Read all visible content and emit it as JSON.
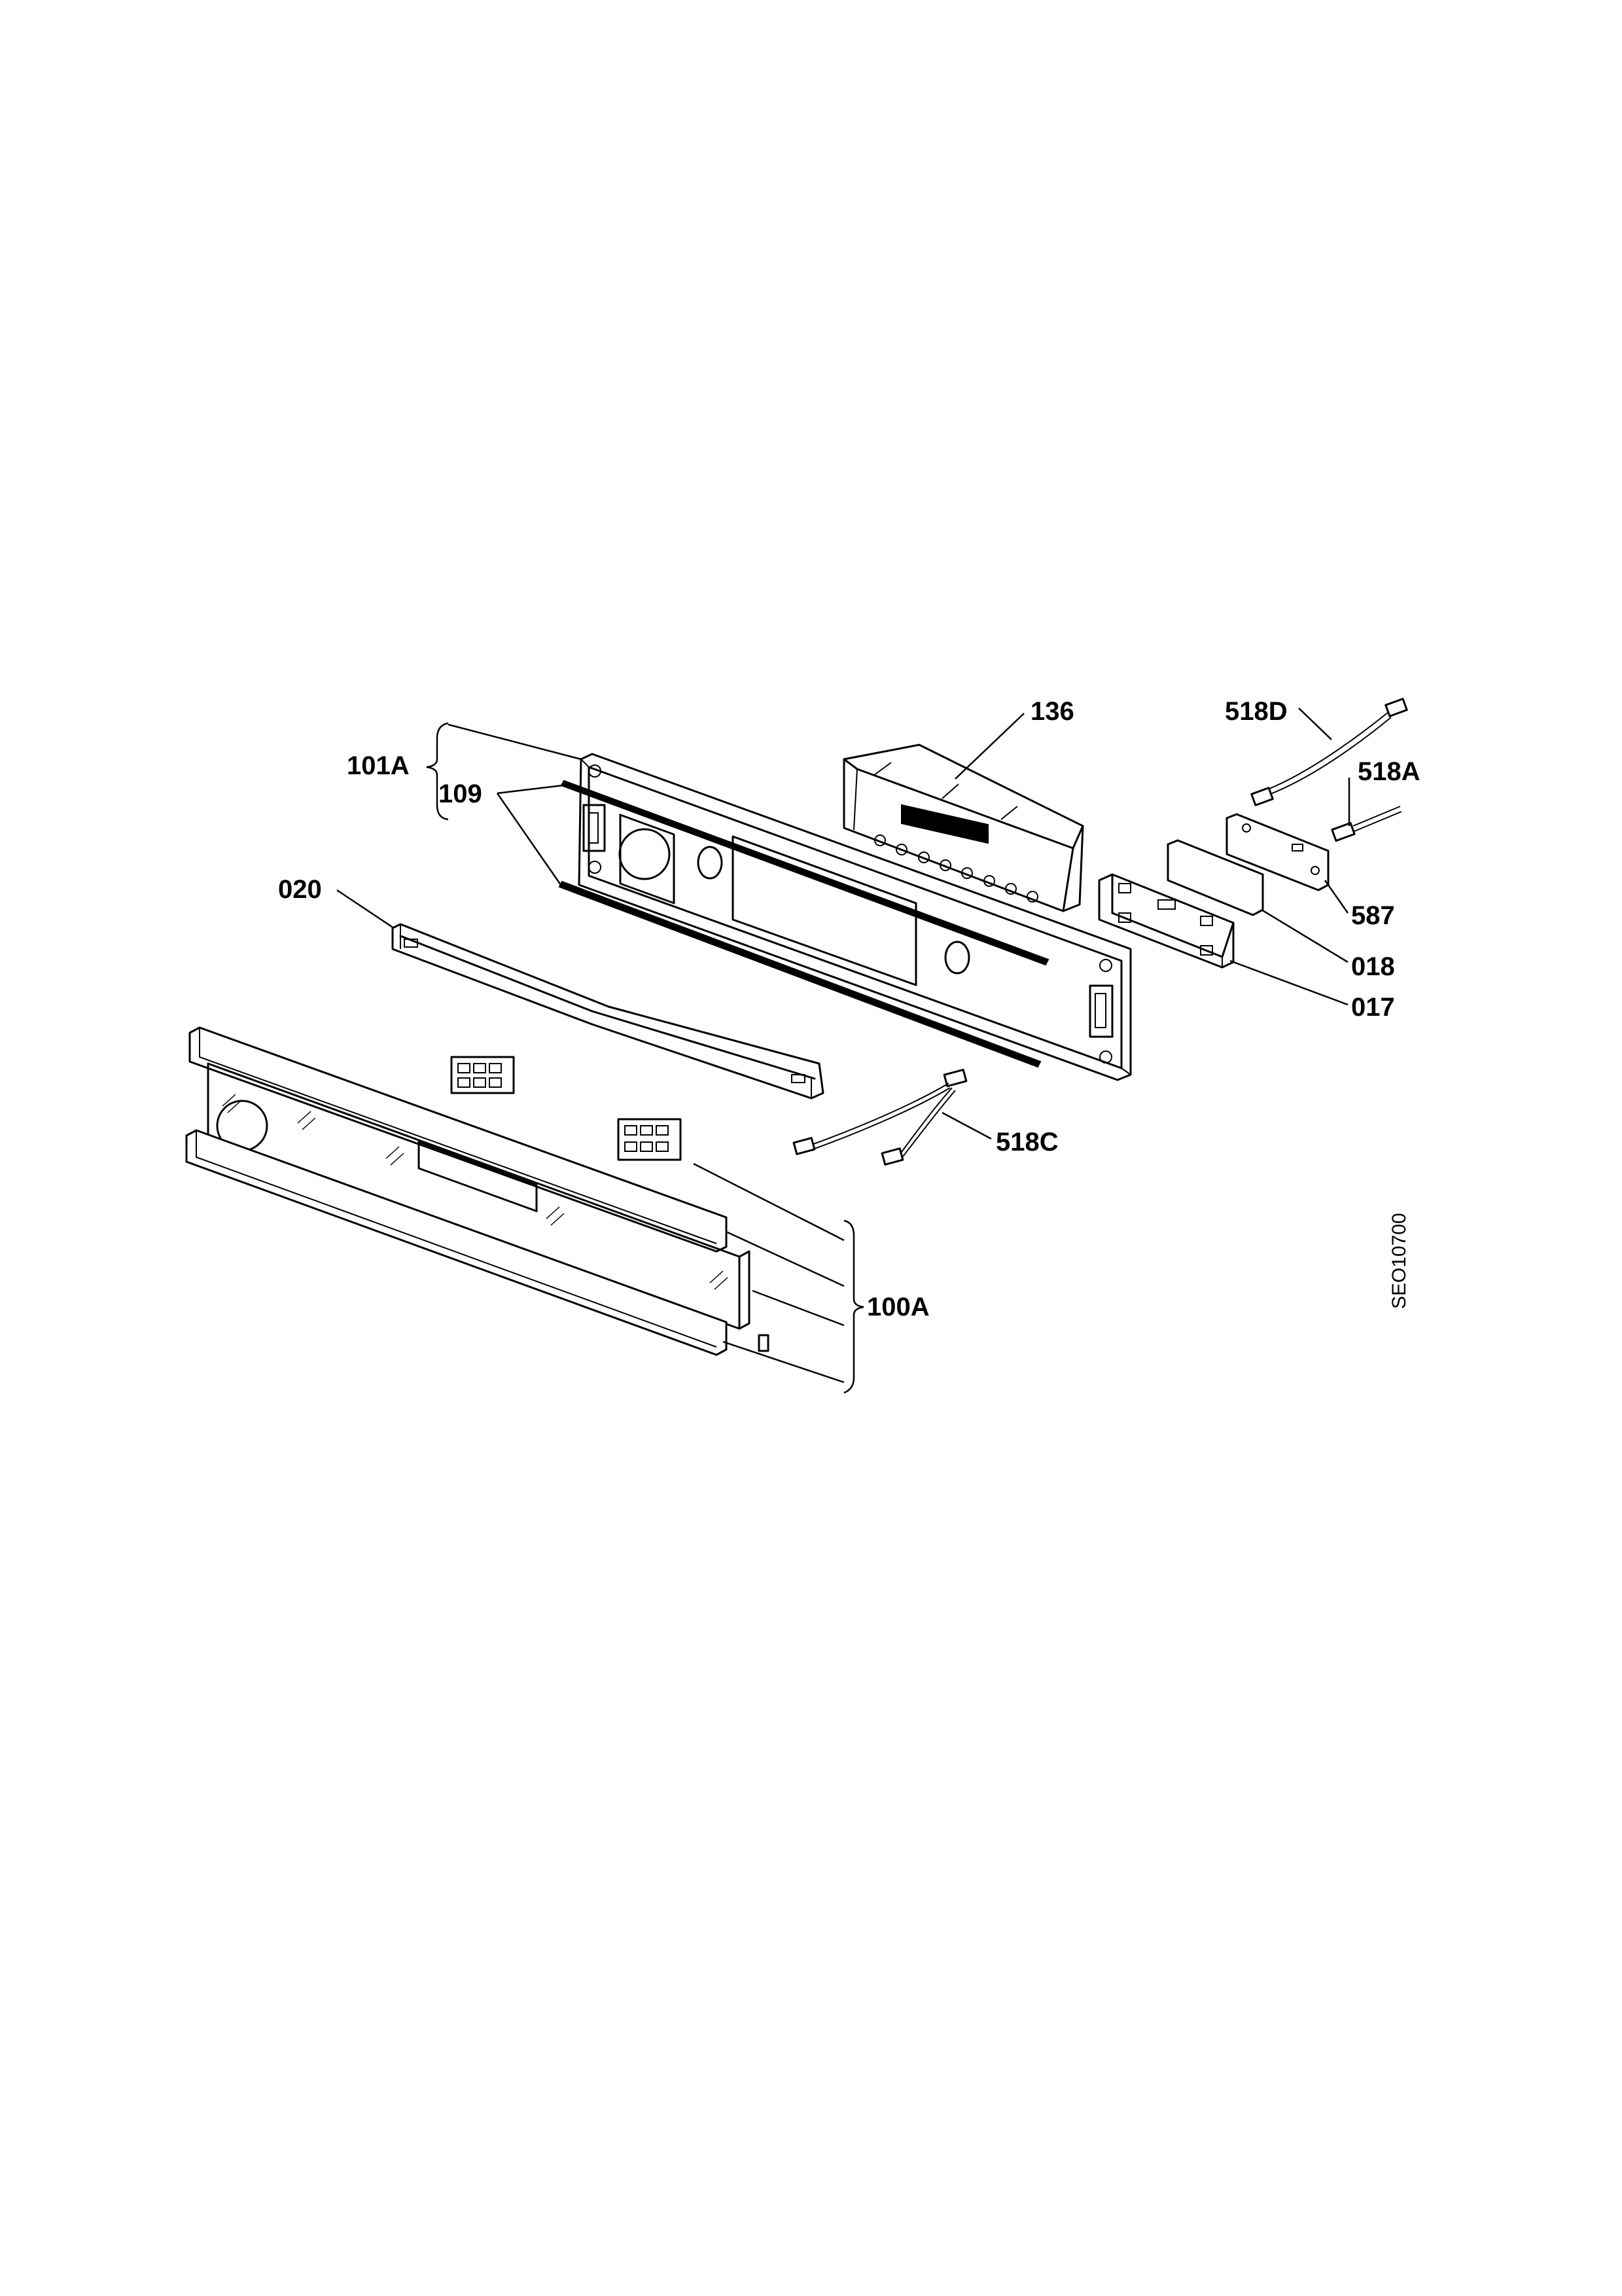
{
  "diagram": {
    "drawing_code": "SEO10700",
    "part_labels": {
      "p101A": "101A",
      "p109": "109",
      "p020": "020",
      "p136": "136",
      "p518D": "518D",
      "p518A": "518A",
      "p587": "587",
      "p018": "018",
      "p017": "017",
      "p518C": "518C",
      "p100A": "100A"
    }
  }
}
